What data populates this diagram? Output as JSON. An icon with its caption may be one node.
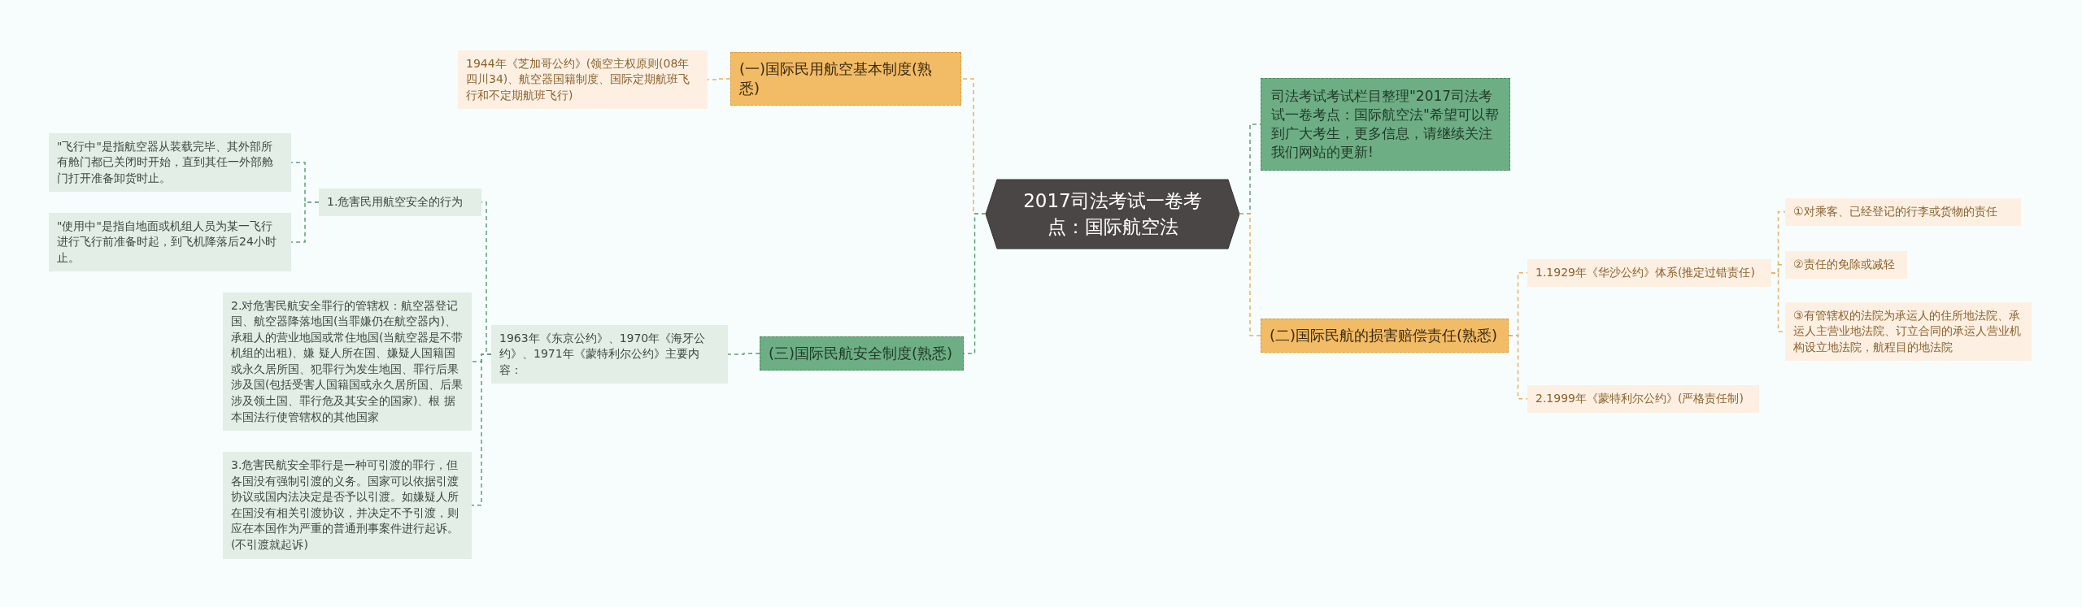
{
  "diagram": {
    "nodes": [
      {
        "text": [
          "2017司法考试一卷考点：国际航空法"
        ]
      },
      {
        "text": [
          "(一)国际民用航空基本制度(熟悉)"
        ]
      },
      {
        "text": [
          "1944年《芝加哥公约》(领空主权原则(08年四川34)、航空器国籍制度、国际定期航班飞行和不定期航班飞行)"
        ]
      },
      {
        "text": [
          "(三)国际民航安全制度(熟悉)"
        ]
      },
      {
        "text": [
          "1963年《东京公约》、1970年《海牙公约》、1971年《蒙特利尔公约》主要内容："
        ]
      },
      {
        "text": [
          "1.危害民用航空安全的行为"
        ]
      },
      {
        "text": [
          "\"飞行中\"是指航空器从装载完毕、其外部所有舱门都已关闭时开始，直到其任一外部舱门打开准备卸货时止。"
        ]
      },
      {
        "text": [
          "\"使用中\"是指自地面或机组人员为某一飞行进行飞行前准备时起，到飞机降落后24小时止。"
        ]
      },
      {
        "text": [
          "2.对危害民航安全罪行的管辖权：航空器登记国、航空器降落地国(当罪嫌仍在航空器内)、承租人的营业地国或常住地国(当航空器是不带机组的出租)、嫌 疑人所在国、嫌疑人国籍国或永久居所国、犯罪行为发生地国、罪行后果涉及国(包括受害人国籍国或永久居所国、后果涉及领土国、罪行危及其安全的国家)、根 据本国法行使管辖权的其他国家"
        ]
      },
      {
        "text": [
          "3.危害民航安全罪行是一种可引渡的罪行，但各国没有强制引渡的义务。国家可以依据引渡协议或国内法决定是否予以引渡。如嫌疑人所在国没有相关引渡协议，并决定不予引渡，则应在本国作为严重的普通刑事案件进行起诉。(不引渡就起诉)"
        ]
      },
      {
        "text": [
          "司法考试考试栏目整理\"2017司法考试一卷考点：国际航空法\"希望可以帮到广大考生，更多信息，请继续关注我们网站的更新!"
        ]
      },
      {
        "text": [
          "(二)国际民航的损害赔偿责任(熟悉)"
        ]
      },
      {
        "text": [
          "1.1929年《华沙公约》体系(推定过错责任)"
        ]
      },
      {
        "text": [
          "2.1999年《蒙特利尔公约》(严格责任制)"
        ]
      },
      {
        "text": [
          "①对乘客、已经登记的行李或货物的责任"
        ]
      },
      {
        "text": [
          "②责任的免除或减轻"
        ]
      },
      {
        "text": [
          "③有管辖权的法院为承运人的住所地法院、承运人主营业地法院、订立合同的承运人营业机构设立地法院，航程目的地法院"
        ]
      }
    ],
    "edges": [
      {
        "from": 0,
        "to": 1,
        "arrow": "none",
        "color": "#e8b060"
      },
      {
        "from": 1,
        "to": 2,
        "arrow": "none",
        "color": "#e8b060"
      },
      {
        "from": 0,
        "to": 3,
        "arrow": "none",
        "color": "#5f9e75"
      },
      {
        "from": 3,
        "to": 4,
        "arrow": "none",
        "color": "#5f9e75"
      },
      {
        "from": 4,
        "to": 5,
        "arrow": "none",
        "color": "#5f9e75"
      },
      {
        "from": 5,
        "to": 6,
        "arrow": "none",
        "color": "#5f9e75"
      },
      {
        "from": 5,
        "to": 7,
        "arrow": "none",
        "color": "#5f9e75"
      },
      {
        "from": 4,
        "to": 8,
        "arrow": "none",
        "color": "#5f9e75"
      },
      {
        "from": 4,
        "to": 9,
        "arrow": "none",
        "color": "#5f9e75"
      },
      {
        "from": 0,
        "to": 10,
        "arrow": "none",
        "color": "#5f9e75"
      },
      {
        "from": 0,
        "to": 11,
        "arrow": "none",
        "color": "#e8b060"
      },
      {
        "from": 11,
        "to": 12,
        "arrow": "none",
        "color": "#e8b060"
      },
      {
        "from": 11,
        "to": 13,
        "arrow": "none",
        "color": "#e8b060"
      },
      {
        "from": 12,
        "to": 14,
        "arrow": "none",
        "color": "#e8b060"
      },
      {
        "from": 12,
        "to": 15,
        "arrow": "none",
        "color": "#e8b060"
      },
      {
        "from": 12,
        "to": 16,
        "arrow": "none",
        "color": "#e8b060"
      }
    ]
  }
}
